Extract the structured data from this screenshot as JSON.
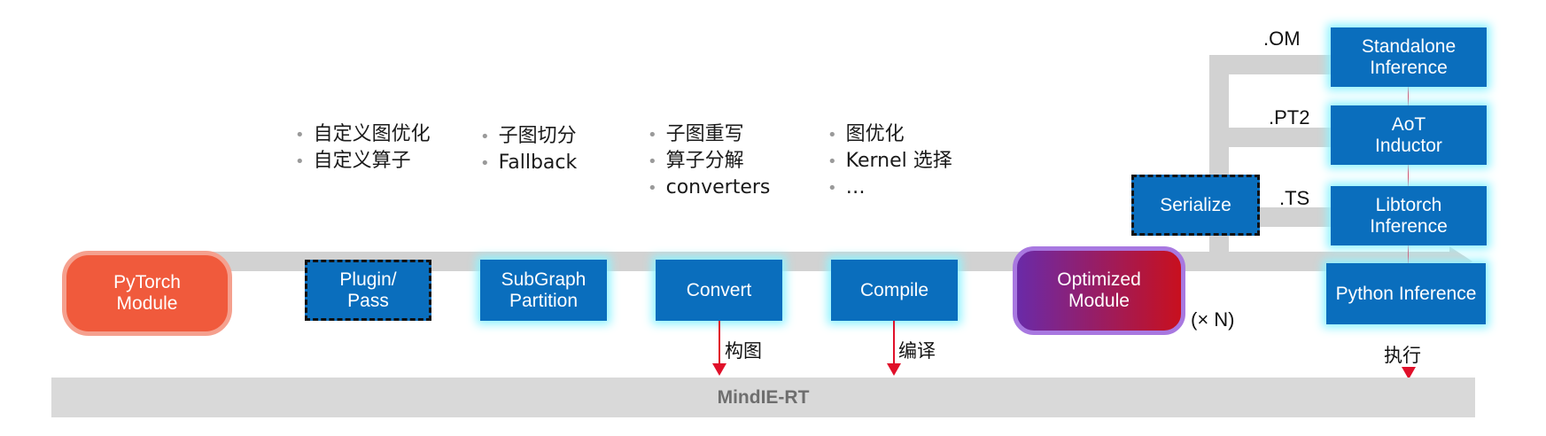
{
  "nodes": {
    "pytorch_module": "PyTorch\nModule",
    "plugin_pass": "Plugin/\nPass",
    "subgraph_partition": "SubGraph\nPartition",
    "convert": "Convert",
    "compile": "Compile",
    "optimized_module": "Optimized\nModule",
    "serialize": "Serialize",
    "standalone_inference": "Standalone\nInference",
    "aot_inductor": "AoT\nInductor",
    "libtorch_inference": "Libtorch\nInference",
    "python_inference": "Python Inference"
  },
  "notes": {
    "plugin": [
      "自定义图优化",
      "自定义算子"
    ],
    "subgraph": [
      "子图切分",
      "Fallback"
    ],
    "convert": [
      "子图重写",
      "算子分解",
      "converters"
    ],
    "compile": [
      "图优化",
      "Kernel 选择",
      "…"
    ]
  },
  "formats": {
    "om": ".OM",
    "pt2": ".PT2",
    "ts": ".TS"
  },
  "repeat_label": "(× N)",
  "arrow_labels": {
    "build_graph": "构图",
    "compile": "编译",
    "execute": "执行"
  },
  "runtime_bar": "MindIE-RT",
  "colors": {
    "box_blue": "#0a6ebd",
    "glow": "#8ef3ff",
    "pytorch": "#f05a3c",
    "optimized_start": "#6a2aa8",
    "optimized_end": "#c8101e",
    "arrow_red": "#e0102a",
    "pipe": "#d2d2d2"
  }
}
